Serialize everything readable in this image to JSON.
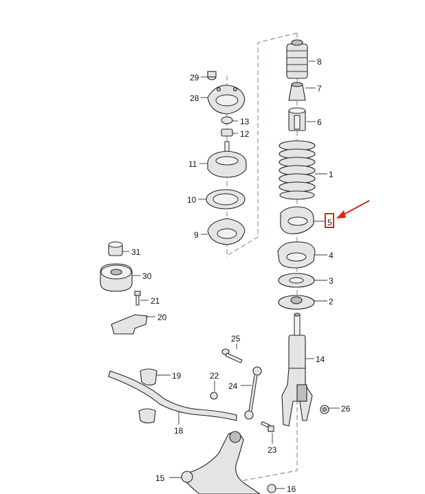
{
  "colors": {
    "highlight": "#e0201c",
    "part_fill": "#e4e4e4",
    "part_shade": "#bdbdbd",
    "center_line": "#6a7f9a"
  },
  "callouts": {
    "p1": "1",
    "p2": "2",
    "p3": "3",
    "p4": "4",
    "p5": "5",
    "p6": "6",
    "p7": "7",
    "p8": "8",
    "p9": "9",
    "p10": "10",
    "p11": "11",
    "p12": "12",
    "p13": "13",
    "p14": "14",
    "p15": "15",
    "p16": "16",
    "p18": "18",
    "p19": "19",
    "p20": "20",
    "p21": "21",
    "p22": "22",
    "p23": "23",
    "p24": "24",
    "p25": "25",
    "p26": "26",
    "p28": "28",
    "p29": "29",
    "p30": "30",
    "p31": "31"
  },
  "highlighted_callout": "5"
}
